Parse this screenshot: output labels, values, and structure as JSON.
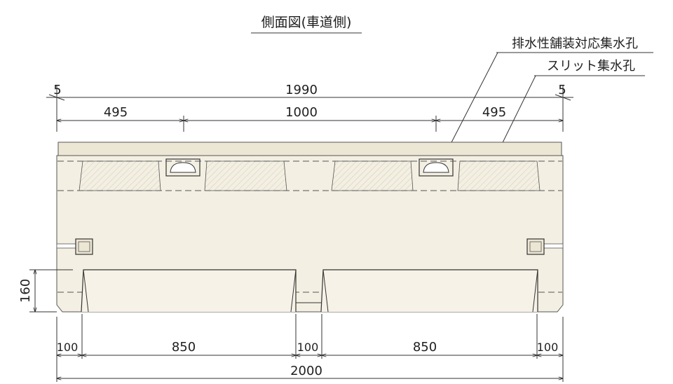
{
  "title": "側面図(車道側)",
  "callouts": {
    "drainage_hole": "排水性舗装対応集水孔",
    "slit_hole": "スリット集水孔"
  },
  "dimensions_top": {
    "left_gap": "5",
    "overall": "1990",
    "right_gap": "5",
    "left_segment": "495",
    "middle_segment": "1000",
    "right_segment": "495"
  },
  "dimensions_bottom": {
    "left_foot": "100",
    "left_opening": "850",
    "center_foot": "100",
    "right_opening": "850",
    "right_foot": "100",
    "overall": "2000"
  },
  "dimension_height": "160",
  "colors": {
    "block_fill": "#f3efe2",
    "top_cap_fill": "#ece6d4",
    "line": "#333333"
  }
}
